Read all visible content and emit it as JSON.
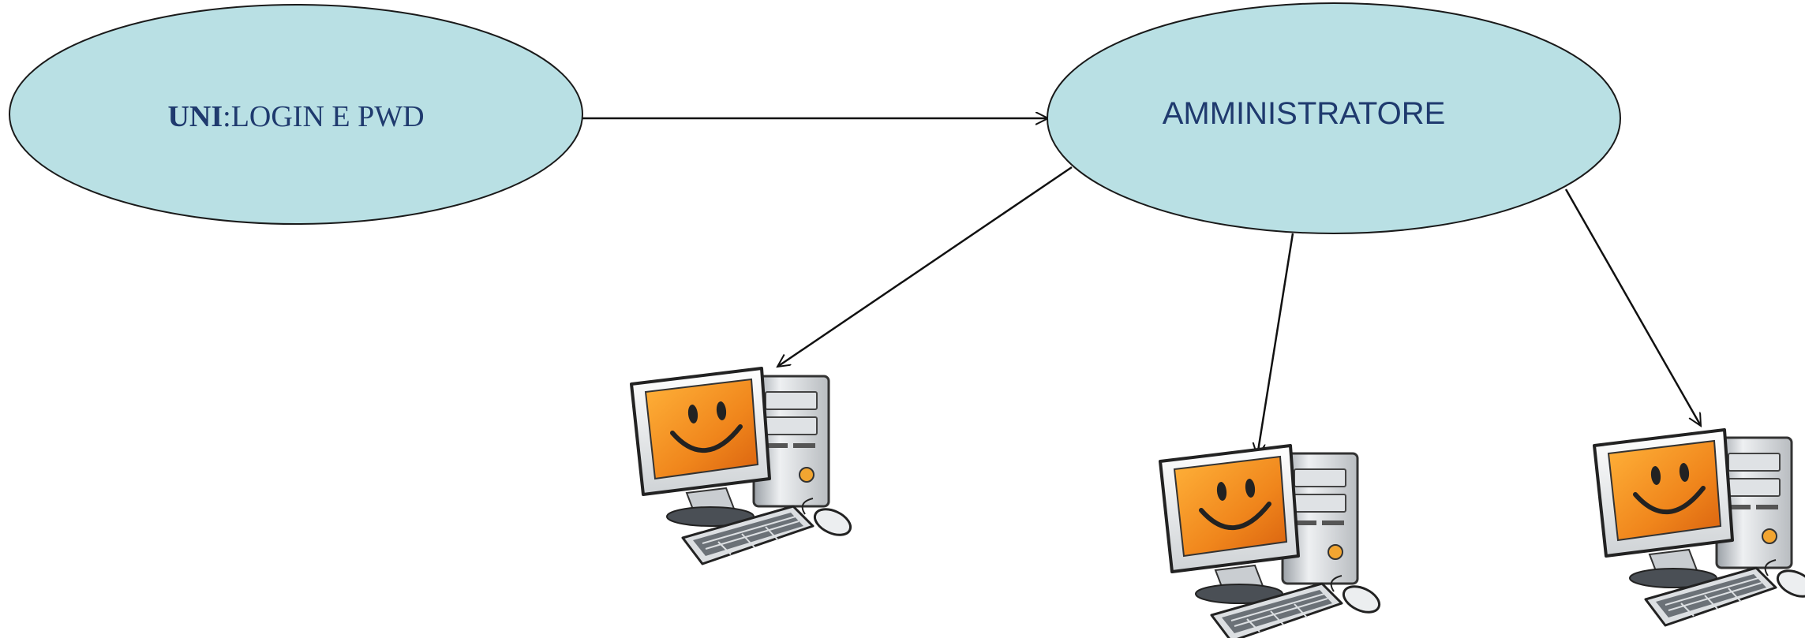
{
  "nodes": {
    "uni": {
      "bold": "UNI",
      "rest": ":LOGIN E PWD"
    },
    "admin": {
      "label": "AMMINISTRATORE"
    }
  },
  "computers": [
    {
      "icon": "computer-smiley-icon"
    },
    {
      "icon": "computer-smiley-icon"
    },
    {
      "icon": "computer-smiley-icon"
    }
  ],
  "colors": {
    "ellipse_fill": "#b9e0e4",
    "ellipse_stroke": "#1a1a1a",
    "text": "#1f3a6e",
    "screen_orange": "#f08a1c",
    "monitor_body": "#e6e6e6"
  }
}
